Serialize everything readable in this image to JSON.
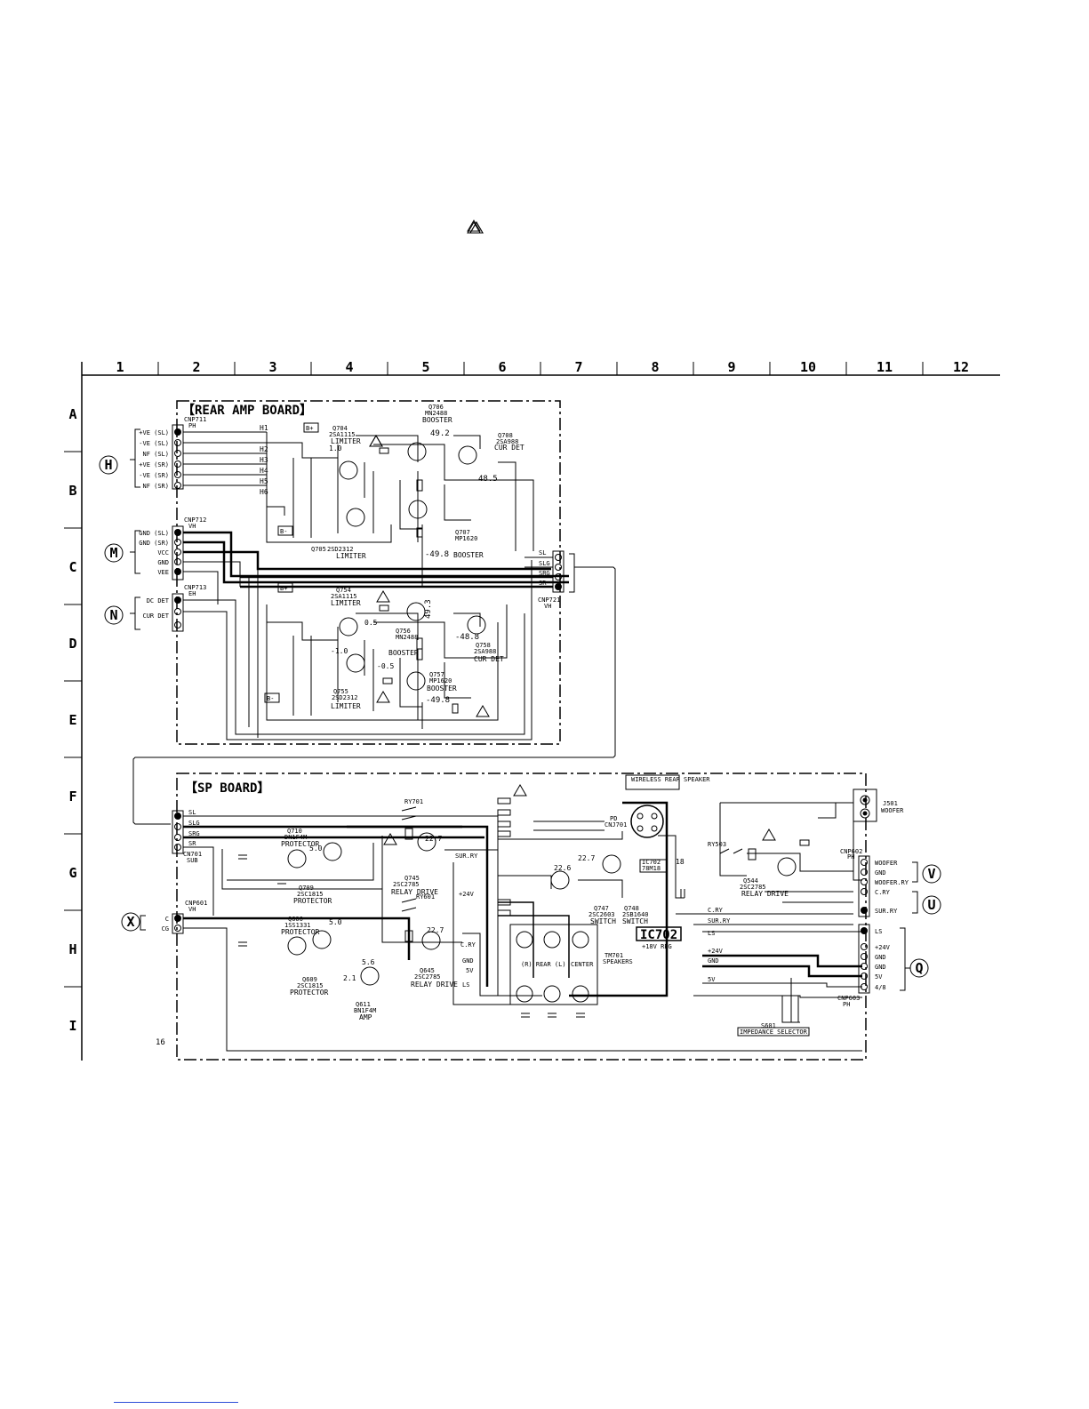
{
  "grid": {
    "columns": [
      "1",
      "2",
      "3",
      "4",
      "5",
      "6",
      "7",
      "8",
      "9",
      "10",
      "11",
      "12"
    ],
    "rows": [
      "A",
      "B",
      "C",
      "D",
      "E",
      "F",
      "G",
      "H",
      "I"
    ]
  },
  "rear_amp_board": {
    "title": "【REAR AMP BOARD】",
    "connectors": {
      "cnp711": "CNP711",
      "cnp711_sub": "PH",
      "cnp711_pins": [
        "+VE (SL)",
        "-VE (SL)",
        "NF (SL)",
        "+VE (SR)",
        "-VE (SR)",
        "NF (SR)"
      ],
      "cnp712": "CNP712",
      "cnp712_sub": "VH",
      "cnp712_pins": [
        "GND (SL)",
        "GND (SR)",
        "VCC",
        "GND",
        "VEE"
      ],
      "cnp713": "CNP713",
      "cnp713_sub": "EH",
      "cnp713_pins": [
        "DC DET",
        "CUR DET"
      ],
      "cnp721": "CNP721",
      "cnp721_sub": "VH",
      "cnp721_pins": [
        "SL",
        "SLG",
        "SRG",
        "SR"
      ]
    },
    "net_labels": [
      "H1",
      "H2",
      "H3",
      "H4",
      "H5",
      "H6"
    ],
    "supply_labels": {
      "bplus": "B+",
      "bminus": "B-"
    },
    "components": [
      {
        "ref": "Q704",
        "part": "2SA1115",
        "role": "LIMITER"
      },
      {
        "ref": "Q706",
        "part": "MN2488",
        "role": "BOOSTER"
      },
      {
        "ref": "Q708",
        "part": "2SA988",
        "role": "CUR DET"
      },
      {
        "ref": "Q705",
        "part": "2SD2312",
        "role": "LIMITER"
      },
      {
        "ref": "Q707",
        "part": "MP1620",
        "role": "BOOSTER"
      },
      {
        "ref": "Q754",
        "part": "2SA1115",
        "role": "LIMITER"
      },
      {
        "ref": "Q756",
        "part": "MN2488",
        "role": "BOOSTER"
      },
      {
        "ref": "Q758",
        "part": "2SA988",
        "role": "CUR DET"
      },
      {
        "ref": "Q755",
        "part": "2SD2312",
        "role": "LIMITER"
      },
      {
        "ref": "Q757",
        "part": "MP1620",
        "role": "BOOSTER"
      }
    ],
    "values": {
      "v1": "49.2",
      "v2": "48.5",
      "v3": "-49.8",
      "v4": "49.3",
      "v5": "-48.8",
      "v6": "-49.8",
      "v7": "1.0",
      "v8": "-1.0",
      "v9": "0.5",
      "v10": "-0.5"
    }
  },
  "sp_board": {
    "title": "【SP BOARD】",
    "connectors": {
      "cn701": "CN701",
      "cn701_sub": "SUB",
      "cn701_pins": [
        "SL",
        "SLG",
        "SRG",
        "SR"
      ],
      "cnp601": "CNP601",
      "cnp601_sub": "VH",
      "cnp601_pins": [
        "C",
        "CG"
      ],
      "cnp602": "CNP602",
      "cnp602_sub": "PH",
      "cnp602_pins": [
        "WOOFER",
        "GND",
        "WOOFER.RY",
        "C.RY",
        "SUR.RY"
      ],
      "cnp603": "CNP603",
      "cnp603_sub": "PH",
      "cnp603_pins": [
        "LS",
        "+24V",
        "GND",
        "GND",
        "5V",
        "4/8"
      ],
      "j501": "J501",
      "j501_sub": "WOOFER",
      "wireless": "WIRELESS REAR SPEAKER",
      "pd": "PD",
      "cnj701": "CNJ701",
      "tm701": "TM701",
      "tm701_sub": "SPEAKERS",
      "rear": "(R) REAR (L)",
      "center": "CENTER",
      "s601": "S601",
      "s601_sub": "IMPEDANCE SELECTOR"
    },
    "ic": {
      "name": "IC702",
      "desc": "+18V REG",
      "small": "IC702",
      "small_part": "78M18"
    },
    "components": [
      {
        "ref": "Q710",
        "part": "DN1F4M",
        "role": "PROTECTOR"
      },
      {
        "ref": "Q709",
        "part": "2SC1815",
        "role": "PROTECTOR"
      },
      {
        "ref": "Q606",
        "part": "1SS1331",
        "role": "PROTECTOR"
      },
      {
        "ref": "Q609",
        "part": "2SC1815",
        "role": "PROTECTOR"
      },
      {
        "ref": "Q611",
        "part": "BN1F4M",
        "role": "AMP"
      },
      {
        "ref": "Q745",
        "part": "2SC2785",
        "role": "RELAY DRIVE"
      },
      {
        "ref": "Q645",
        "part": "2SC2785",
        "role": "RELAY DRIVE"
      },
      {
        "ref": "Q747",
        "part": "2SC2603",
        "role": "SWITCH"
      },
      {
        "ref": "Q748",
        "part": "2SB1640",
        "role": "SWITCH"
      },
      {
        "ref": "Q544",
        "part": "2SC2785",
        "role": "RELAY DRIVE"
      }
    ],
    "relays": [
      "RY701",
      "RY601",
      "RY503"
    ],
    "rail_labels": [
      "SUR.RY",
      "+24V",
      "C.RY",
      "GND",
      "5V",
      "LS",
      "C.RY",
      "SUR.RY",
      "LS",
      "+24V",
      "GND",
      "5V"
    ],
    "values": {
      "v1": "22.7",
      "v2": "22.6",
      "v3": "22.7",
      "v4": "5.0",
      "v5": "5.0",
      "v6": "5.6",
      "v7": "2.1",
      "v8": "22.7",
      "v9": "18"
    }
  },
  "external_connectors": [
    "H",
    "M",
    "N",
    "X",
    "V",
    "U",
    "Q"
  ],
  "page_number": "16"
}
